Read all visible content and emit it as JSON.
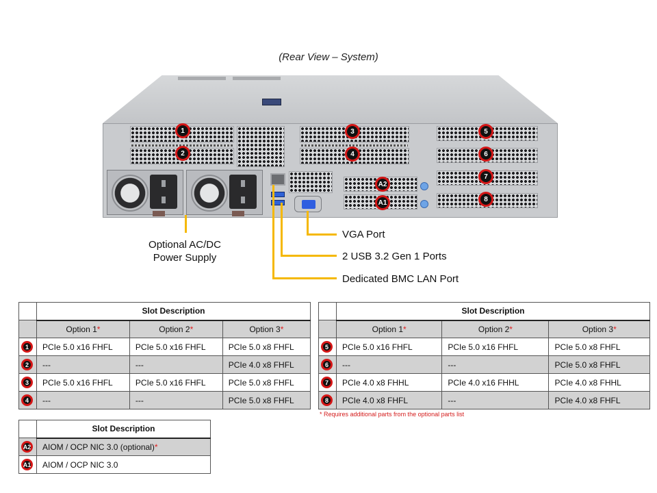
{
  "title": "(Rear View – System)",
  "accent_color": "#f5b800",
  "badge_color": "#d41616",
  "chassis_badges": [
    "1",
    "2",
    "3",
    "4",
    "5",
    "6",
    "7",
    "8",
    "A2",
    "A1"
  ],
  "callouts": {
    "psu": [
      "Optional AC/DC",
      "Power Supply"
    ],
    "vga": "VGA Port",
    "usb": "2 USB 3.2 Gen 1 Ports",
    "bmc": "Dedicated BMC LAN Port"
  },
  "table_left": {
    "header": "Slot Description",
    "options": [
      "Option 1",
      "Option 2",
      "Option 3"
    ],
    "rows": [
      {
        "slot": "1",
        "cells": [
          "PCIe 5.0 x16 FHFL",
          "PCIe 5.0 x16 FHFL",
          "PCIe 5.0 x8 FHFL"
        ]
      },
      {
        "slot": "2",
        "cells": [
          "---",
          "---",
          "PCIe 4.0 x8 FHFL"
        ]
      },
      {
        "slot": "3",
        "cells": [
          "PCIe 5.0 x16 FHFL",
          "PCIe 5.0 x16 FHFL",
          "PCIe 5.0 x8 FHFL"
        ]
      },
      {
        "slot": "4",
        "cells": [
          "---",
          "---",
          "PCIe 5.0 x8 FHFL"
        ]
      }
    ]
  },
  "table_right": {
    "header": "Slot Description",
    "options": [
      "Option 1",
      "Option 2",
      "Option 3"
    ],
    "rows": [
      {
        "slot": "5",
        "cells": [
          "PCIe 5.0 x16 FHFL",
          "PCIe 5.0 x16 FHFL",
          "PCIe 5.0 x8 FHFL"
        ]
      },
      {
        "slot": "6",
        "cells": [
          "---",
          "---",
          "PCIe 5.0 x8 FHFL"
        ]
      },
      {
        "slot": "7",
        "cells": [
          "PCIe 4.0 x8 FHHL",
          "PCIe 4.0 x16 FHHL",
          "PCIe 4.0 x8 FHHL"
        ]
      },
      {
        "slot": "8",
        "cells": [
          "PCIe 4.0 x8 FHFL",
          "---",
          "PCIe 4.0 x8 FHFL"
        ]
      }
    ]
  },
  "table_aiom": {
    "header": "Slot Description",
    "rows": [
      {
        "slot": "A2",
        "text": "AIOM / OCP NIC 3.0 (optional)",
        "required": true
      },
      {
        "slot": "A1",
        "text": "AIOM / OCP NIC 3.0",
        "required": false
      }
    ]
  },
  "asterisk": "*",
  "footnote": "* Requires additional parts from the optional parts list"
}
